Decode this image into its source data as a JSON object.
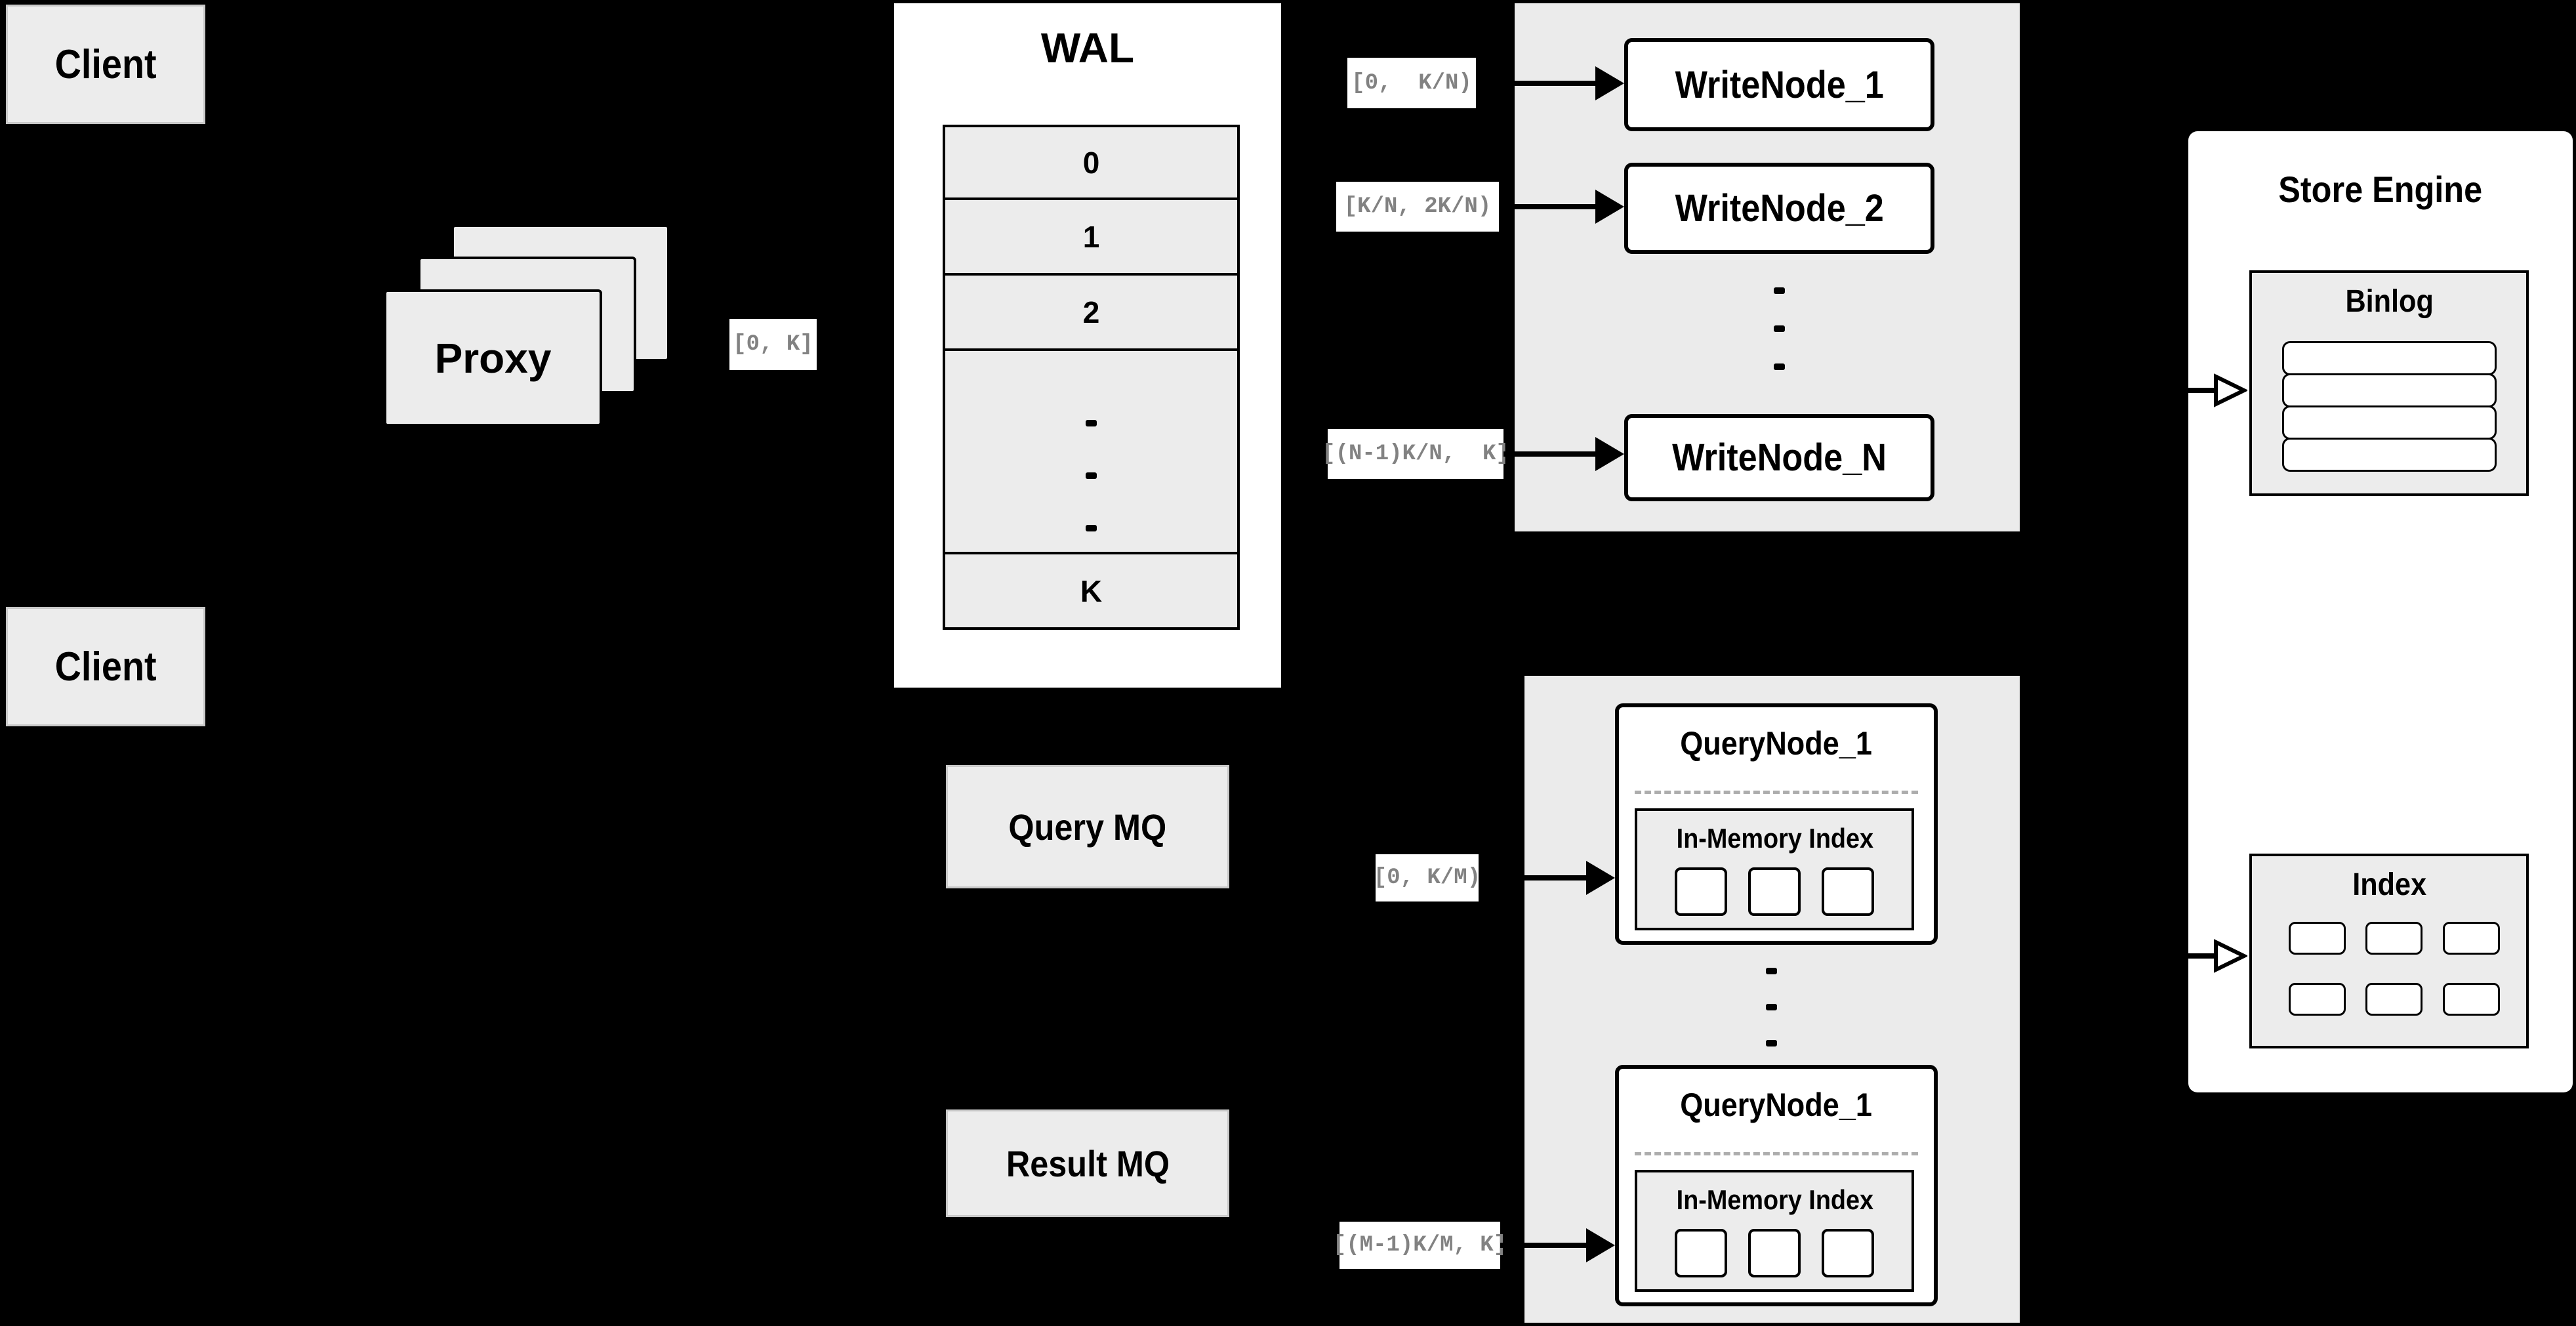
{
  "diagram": {
    "client_top": "Client",
    "client_bottom": "Client",
    "proxy": "Proxy",
    "wal": {
      "title": "WAL",
      "row0": "0",
      "row1": "1",
      "row2": "2",
      "rowk": "K"
    },
    "range_labels": {
      "proxy_wal": "[0, K]",
      "wn1": "[0,  K/N)",
      "wn2": "[K/N, 2K/N)",
      "wnn": "[(N-1)K/N,  K]",
      "qn1": "[0, K/M)",
      "qnm": "[(M-1)K/M, K]"
    },
    "write_nodes": {
      "n1": "WriteNode_1",
      "n2": "WriteNode_2",
      "nn": "WriteNode_N"
    },
    "mq": {
      "query": "Query MQ",
      "result": "Result MQ"
    },
    "query_nodes": {
      "top": {
        "title": "QueryNode_1",
        "inner": "In-Memory Index"
      },
      "bottom": {
        "title": "QueryNode_1",
        "inner": "In-Memory Index"
      }
    },
    "store_engine": {
      "title": "Store Engine",
      "binlog": "Binlog",
      "index": "Index"
    }
  },
  "colors": {
    "background": "#000000",
    "panel_white": "#ffffff",
    "box_gray": "#ececec",
    "band_gray": "#ebebeb",
    "border_black": "#000000",
    "label_text": "#828282",
    "dashed_separator": "#adadad"
  }
}
